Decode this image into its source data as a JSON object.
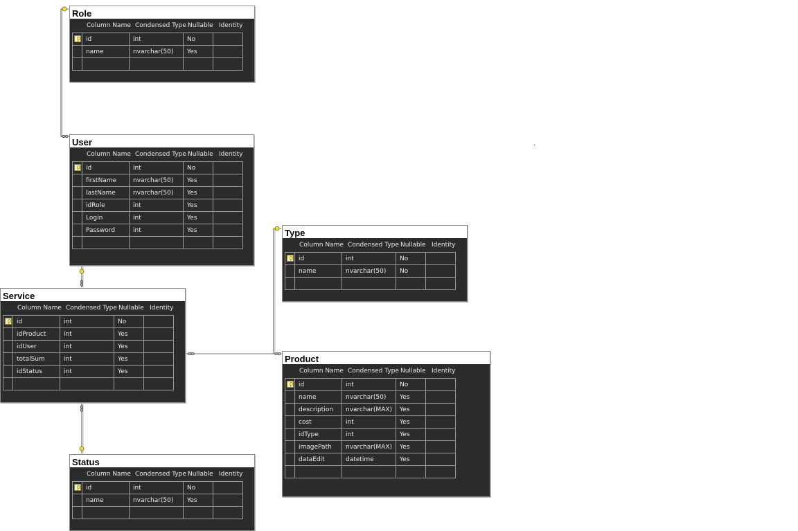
{
  "column_headers": [
    "Column Name",
    "Condensed Type",
    "Nullable",
    "Identity"
  ],
  "tables": [
    {
      "name": "Role",
      "rows": [
        {
          "key": true,
          "column": "id",
          "type": "int",
          "nullable": "No",
          "identity": ""
        },
        {
          "key": false,
          "column": "name",
          "type": "nvarchar(50)",
          "nullable": "Yes",
          "identity": ""
        },
        {
          "key": false,
          "column": "",
          "type": "",
          "nullable": "",
          "identity": ""
        }
      ]
    },
    {
      "name": "User",
      "rows": [
        {
          "key": true,
          "column": "id",
          "type": "int",
          "nullable": "No",
          "identity": ""
        },
        {
          "key": false,
          "column": "firstName",
          "type": "nvarchar(50)",
          "nullable": "Yes",
          "identity": ""
        },
        {
          "key": false,
          "column": "lastName",
          "type": "nvarchar(50)",
          "nullable": "Yes",
          "identity": ""
        },
        {
          "key": false,
          "column": "idRole",
          "type": "int",
          "nullable": "Yes",
          "identity": ""
        },
        {
          "key": false,
          "column": "Login",
          "type": "int",
          "nullable": "Yes",
          "identity": ""
        },
        {
          "key": false,
          "column": "Password",
          "type": "int",
          "nullable": "Yes",
          "identity": ""
        },
        {
          "key": false,
          "column": "",
          "type": "",
          "nullable": "",
          "identity": ""
        }
      ]
    },
    {
      "name": "Service",
      "rows": [
        {
          "key": true,
          "column": "id",
          "type": "int",
          "nullable": "No",
          "identity": ""
        },
        {
          "key": false,
          "column": "idProduct",
          "type": "int",
          "nullable": "Yes",
          "identity": ""
        },
        {
          "key": false,
          "column": "idUser",
          "type": "int",
          "nullable": "Yes",
          "identity": ""
        },
        {
          "key": false,
          "column": "totalSum",
          "type": "int",
          "nullable": "Yes",
          "identity": ""
        },
        {
          "key": false,
          "column": "idStatus",
          "type": "int",
          "nullable": "Yes",
          "identity": ""
        },
        {
          "key": false,
          "column": "",
          "type": "",
          "nullable": "",
          "identity": ""
        }
      ]
    },
    {
      "name": "Status",
      "rows": [
        {
          "key": true,
          "column": "id",
          "type": "int",
          "nullable": "No",
          "identity": ""
        },
        {
          "key": false,
          "column": "name",
          "type": "nvarchar(50)",
          "nullable": "Yes",
          "identity": ""
        },
        {
          "key": false,
          "column": "",
          "type": "",
          "nullable": "",
          "identity": ""
        }
      ]
    },
    {
      "name": "Type",
      "rows": [
        {
          "key": true,
          "column": "id",
          "type": "int",
          "nullable": "No",
          "identity": ""
        },
        {
          "key": false,
          "column": "name",
          "type": "nvarchar(50)",
          "nullable": "No",
          "identity": ""
        },
        {
          "key": false,
          "column": "",
          "type": "",
          "nullable": "",
          "identity": ""
        }
      ]
    },
    {
      "name": "Product",
      "rows": [
        {
          "key": true,
          "column": "id",
          "type": "int",
          "nullable": "No",
          "identity": ""
        },
        {
          "key": false,
          "column": "name",
          "type": "nvarchar(50)",
          "nullable": "Yes",
          "identity": ""
        },
        {
          "key": false,
          "column": "description",
          "type": "nvarchar(MAX)",
          "nullable": "Yes",
          "identity": ""
        },
        {
          "key": false,
          "column": "cost",
          "type": "int",
          "nullable": "Yes",
          "identity": ""
        },
        {
          "key": false,
          "column": "idType",
          "type": "int",
          "nullable": "Yes",
          "identity": ""
        },
        {
          "key": false,
          "column": "imagePath",
          "type": "nvarchar(MAX)",
          "nullable": "Yes",
          "identity": ""
        },
        {
          "key": false,
          "column": "dataEdit",
          "type": "datetime",
          "nullable": "Yes",
          "identity": ""
        },
        {
          "key": false,
          "column": "",
          "type": "",
          "nullable": "",
          "identity": ""
        }
      ]
    }
  ],
  "relationships": [
    {
      "from": "Role",
      "to": "User"
    },
    {
      "from": "User",
      "to": "Service"
    },
    {
      "from": "Status",
      "to": "Service"
    },
    {
      "from": "Type",
      "to": "Product"
    },
    {
      "from": "Product",
      "to": "Service"
    }
  ],
  "colors": {
    "table_bg": "#2b2b2b",
    "key_yellow": "#f0e040",
    "line": "#555555"
  }
}
